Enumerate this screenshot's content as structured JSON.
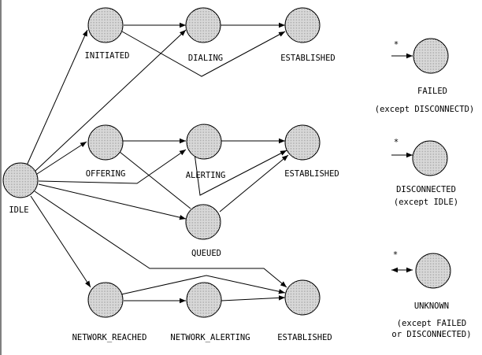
{
  "diagram": {
    "nodes": {
      "idle": "IDLE",
      "initiated": "INITIATED",
      "dialing": "DIALING",
      "established_top": "ESTABLISHED",
      "offering": "OFFERING",
      "alerting": "ALERTING",
      "established_mid": "ESTABLISHED",
      "queued": "QUEUED",
      "network_reached": "NETWORK_REACHED",
      "network_alerting": "NETWORK_ALERTING",
      "established_bottom": "ESTABLISHED"
    },
    "legend": {
      "failed": {
        "star": "*",
        "label": "FAILED",
        "note": "(except DISCONNECTD)"
      },
      "disconnected": {
        "star": "*",
        "label": "DISCONNECTED",
        "note": "(except IDLE)"
      },
      "unknown": {
        "star": "*",
        "label": "UNKNOWN",
        "note_line1": "(except FAILED",
        "note_line2": "or DISCONNECTED)"
      }
    }
  }
}
